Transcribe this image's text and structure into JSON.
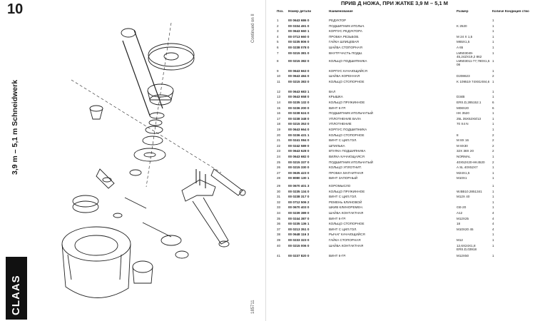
{
  "left_panel": {
    "page_number": "10",
    "vertical_title": "3,9 m – 5,1 m Schneidwerk",
    "continued": "Continued on II",
    "logo": "CLAAS",
    "doc_number": "185711"
  },
  "parts_table": {
    "title": "ПРИВ  Д НОЖА, ПРИ ЖАТКЕ 3,9 М – 5,1 М",
    "headers": {
      "pos": "Поз.",
      "number": "Номер детали",
      "name": "Наименование",
      "size": "Размер",
      "qty": "Количе Кондиция ство"
    },
    "rows": [
      {
        "pos": "1",
        "number": "00 0643 686 0",
        "name": "РЕДУКТОР",
        "size": "",
        "qty": "1"
      },
      {
        "pos": "2",
        "number": "00 0334 491 0",
        "name": "ПОДШИПНИК ИГОЛЬЧ.",
        "size": "K 2520",
        "qty": "1"
      },
      {
        "pos": "3",
        "number": "00 0643 660 1",
        "name": "КОРПУС РЕДУКТОРА",
        "size": "",
        "qty": "1"
      },
      {
        "pos": "4",
        "number": "00 0713 660 0",
        "name": "ПРОБКА РЕЗЬБОВ.",
        "size": "M 24 X 1,5",
        "qty": "1"
      },
      {
        "pos": "5",
        "number": "00 0235 806 0",
        "name": "ГАЙКА ШЛИЦЕВАЯ",
        "size": "M65X1,5",
        "qty": "1"
      },
      {
        "pos": "6",
        "number": "00 0238 078 0",
        "name": "ШАЙБА СТОПОРНАЯ",
        "size": "A 65",
        "qty": "1"
      },
      {
        "pos": "7",
        "number": "00 0215 381 0",
        "name": "ВНУТР.ЧАСТЬ ПОДШ.",
        "size": "LM503049-45,24ZX19,2 862",
        "qty": "1"
      },
      {
        "pos": "8",
        "number": "00 0215 382 0",
        "name": "КОЛЬЦО ПОДШИПНИКА",
        "size": "LM503011-77,780X1,5 08",
        "qty": "1"
      },
      {
        "pos": "9",
        "number": "00 0643 663 0",
        "name": "КОРПУС КАЧАЮЩИЙСЯ",
        "size": "",
        "qty": "1"
      },
      {
        "pos": "10",
        "number": "00 0643 484 0",
        "name": "ШАЙБА КОРЕННАЯ",
        "size": "D208623",
        "qty": "2"
      },
      {
        "pos": "11",
        "number": "00 0215 383 0",
        "name": "КОЛЬЦО СТОПОРНОЕ",
        "size": "K 109519 74X81X84,6",
        "qty": "1"
      },
      {
        "pos": "12",
        "number": "00 0643 683 1",
        "name": "ВАЛ",
        "size": "",
        "qty": "1"
      },
      {
        "pos": "13",
        "number": "00 0643 658 0",
        "name": "КРЫШКА",
        "size": "D34B",
        "qty": "1"
      },
      {
        "pos": "14",
        "number": "00 0235 132 0",
        "name": "КОЛЬЦО ПРУЖИННОЕ",
        "size": "ERS.D,285152.1",
        "qty": "6"
      },
      {
        "pos": "15",
        "number": "00 0236 200 0",
        "name": "ВИНТ 6-ГР.",
        "size": "M08X20",
        "qty": "6"
      },
      {
        "pos": "16",
        "number": "00 0238 624 0",
        "name": "ПОДШИПНИК ИГОЛЬЧАТЫЙ",
        "size": "HK 3520",
        "qty": "1"
      },
      {
        "pos": "17",
        "number": "00 0238 348 0",
        "name": "УПЛОТНЕНИЕ ВАЛА",
        "size": "25L 35X52X8/13",
        "qty": "1"
      },
      {
        "pos": "18",
        "number": "00 0215 353 0",
        "name": "УПЛОТНЕНИЕ",
        "size": "70  X4   N",
        "qty": "1"
      },
      {
        "pos": "19",
        "number": "00 0643 664 0",
        "name": "КОРПУС ПОДШИПНИКА",
        "size": "",
        "qty": "1"
      },
      {
        "pos": "20",
        "number": "00 0236 431 1",
        "name": "КОЛЬЦО СТОПОРНОЕ",
        "size": "8",
        "qty": "2"
      },
      {
        "pos": "21",
        "number": "00 0241 084 0",
        "name": "ВИНТ С ЦИЛ.ГОЛ.",
        "size": "M 8X 16",
        "qty": "2"
      },
      {
        "pos": "22",
        "number": "00 0242 589 0",
        "name": "ШПИЛЬКА",
        "size": "M 8X30",
        "qty": "2"
      },
      {
        "pos": "23",
        "number": "00 0643 628 0",
        "name": "ВТУЛКА ПОДШИПНИКА",
        "size": "32X 38X 20",
        "qty": "2"
      },
      {
        "pos": "24",
        "number": "00 0643 682 0",
        "name": "ВИЛКА КАЧАЮЩАЯСЯ",
        "size": "NORMAL",
        "qty": "1"
      },
      {
        "pos": "25",
        "number": "00 0215 337 0",
        "name": "ПОДШИПНИК ИГОЛЬЧАТЫЙ",
        "size": "40X52X20-HK4520",
        "qty": "2"
      },
      {
        "pos": "26",
        "number": "00 0215 330 0",
        "name": "КОЛЬЦО УПЛОТНИТ.",
        "size": "A  SL 40X52X7",
        "qty": "1"
      },
      {
        "pos": "27",
        "number": "00 0635 423 0",
        "name": "ПРОБКА МАГНИТНАЯ",
        "size": "M24X1,5",
        "qty": "1"
      },
      {
        "pos": "28",
        "number": "00 8080 130 1",
        "name": "ВИНТ ЗАПОРНЫЙ",
        "size": "M10X1",
        "qty": "1"
      },
      {
        "pos": "29",
        "number": "00 0670 401 3",
        "name": "КОРОМЫСЛО",
        "size": "",
        "qty": "1"
      },
      {
        "pos": "30",
        "number": "00 0235 134 0",
        "name": "КОЛЬЦО ПРУЖИННОЕ",
        "size": "W.BB10.2851341",
        "qty": "1"
      },
      {
        "pos": "31",
        "number": "00 0238 317 0",
        "name": "ВИНТ С ЦИЛ.ГОЛ.",
        "size": "M12X 40",
        "qty": "1"
      },
      {
        "pos": "32",
        "number": "00 0712 506 2",
        "name": "РЕМЕНЬ КЛИНОВОЙ",
        "size": "",
        "qty": "1"
      },
      {
        "pos": "33",
        "number": "00 0670 403 0",
        "name": "ШКИВ КЛИНОРЕМЕН.",
        "size": "GE-20",
        "qty": "1"
      },
      {
        "pos": "34",
        "number": "00 0239 389 0",
        "name": "ШАЙБА КОНТАКТНАЯ",
        "size": "A12",
        "qty": "4"
      },
      {
        "pos": "35",
        "number": "00 0244 387 0",
        "name": "ВИНТ 6-ГР.",
        "size": "M12X25",
        "qty": "4"
      },
      {
        "pos": "36",
        "number": "00 0235 136 1",
        "name": "КОЛЬЦО СТОПОРНОЕ",
        "size": "18",
        "qty": "4"
      },
      {
        "pos": "37",
        "number": "00 0213 351 0",
        "name": "ВИНТ С ЦИЛ.ГОЛ.",
        "size": "M10X20 45",
        "qty": "4"
      },
      {
        "pos": "38",
        "number": "00 0648 116 3",
        "name": "РЫЧАГ КАЧАЮЩИЙСЯ",
        "size": "",
        "qty": "1"
      },
      {
        "pos": "39",
        "number": "00 0233 323 0",
        "name": "ГАЙКА СТОПОРНАЯ",
        "size": "M12",
        "qty": "1"
      },
      {
        "pos": "40",
        "number": "00 0215 006 0",
        "name": "ШАЙБА КОНТАКТНАЯ",
        "size": "12,6X24X1,8 ERS.D,03918",
        "qty": "1"
      },
      {
        "pos": "41",
        "number": "00 0237 820 0",
        "name": "ВИНТ 6-ГР.",
        "size": "M12X50",
        "qty": "1"
      }
    ]
  }
}
